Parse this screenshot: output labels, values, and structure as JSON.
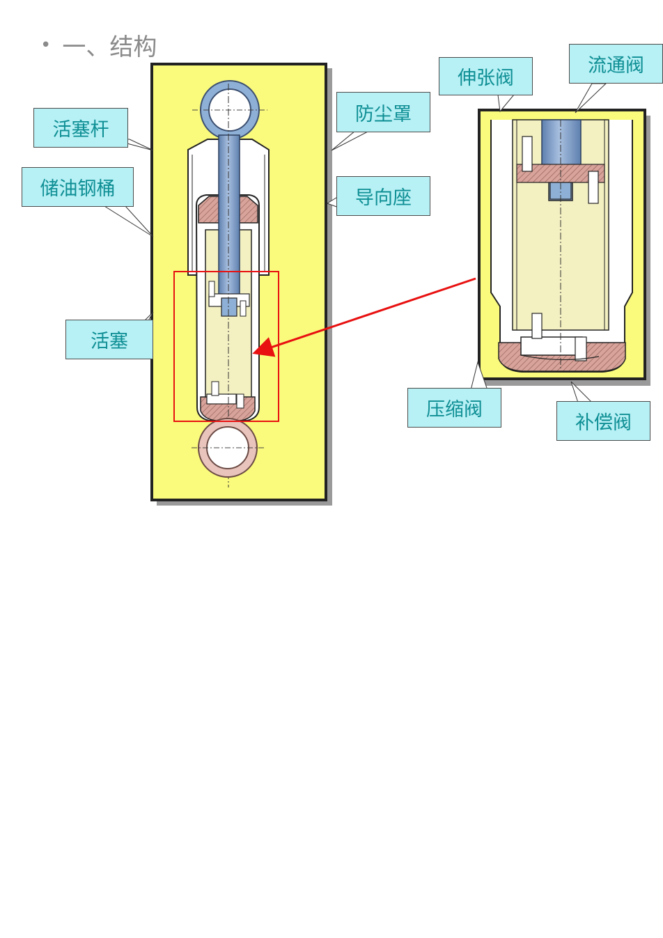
{
  "heading": {
    "bullet": "•",
    "text": "一、结构"
  },
  "labels": {
    "piston_rod": "活塞杆",
    "oil_reservoir": "储油钢桶",
    "piston": "活塞",
    "dust_cover": "防尘罩",
    "guide_seat": "导向座",
    "rebound_valve": "伸张阀",
    "flow_valve": "流通阀",
    "compression_valve": "压缩阀",
    "compensation_valve": "补偿阀"
  },
  "colors": {
    "panel_yellow": "#fafa7c",
    "callout_fill": "#b7f0f5",
    "callout_text": "#0e8f94",
    "rod_blue": "#7f9fc8",
    "cylinder_cream": "#f3f0c2",
    "hatch_pink": "#d7a39a",
    "highlight_red": "#e81010"
  }
}
